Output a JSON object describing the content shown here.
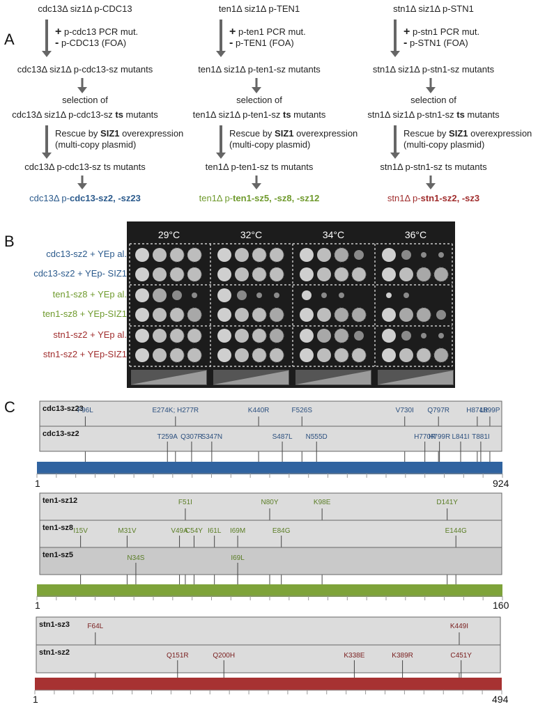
{
  "panels": {
    "a_label": "A",
    "b_label": "B",
    "c_label": "C"
  },
  "panel_a": {
    "columns": [
      {
        "start": "cdc13Δ siz1Δ p-CDC13",
        "plus": "+",
        "plus_text": "p-cdc13 PCR mut.",
        "minus": "-",
        "minus_text": "p-CDC13 (FOA)",
        "step1": "cdc13Δ siz1Δ p-cdc13-sz mutants",
        "selection": "selection of",
        "ts_prefix": "cdc13Δ siz1Δ p-cdc13-sz ",
        "ts_bold": "ts",
        "ts_suffix": " mutants",
        "rescue_prefix": "Rescue by ",
        "rescue_bold": "SIZ1",
        "rescue_suffix": " overexpression",
        "rescue_line2": "(multi-copy plasmid)",
        "step3": "cdc13Δ p-cdc13-sz ts mutants",
        "final_prefix": "cdc13Δ p-",
        "final_bold": "cdc13-sz2, -sz23"
      },
      {
        "start": "ten1Δ siz1Δ p-TEN1",
        "plus": "+",
        "plus_text": "p-ten1 PCR mut.",
        "minus": "-",
        "minus_text": "p-TEN1 (FOA)",
        "step1": "ten1Δ siz1Δ p-ten1-sz mutants",
        "selection": "selection of",
        "ts_prefix": "ten1Δ siz1Δ p-ten1-sz ",
        "ts_bold": "ts",
        "ts_suffix": " mutants",
        "rescue_prefix": "Rescue by ",
        "rescue_bold": "SIZ1",
        "rescue_suffix": " overexpression",
        "rescue_line2": "(multi-copy plasmid)",
        "step3": "ten1Δ p-ten1-sz ts mutants",
        "final_prefix": "ten1Δ p-",
        "final_bold": "ten1-sz5, -sz8, -sz12"
      },
      {
        "start": "stn1Δ siz1Δ p-STN1",
        "plus": "+",
        "plus_text": "p-stn1 PCR mut.",
        "minus": "-",
        "minus_text": "p-STN1 (FOA)",
        "step1": "stn1Δ siz1Δ p-stn1-sz mutants",
        "selection": "selection of",
        "ts_prefix": "stn1Δ siz1Δ p-stn1-sz ",
        "ts_bold": "ts",
        "ts_suffix": " mutants",
        "rescue_prefix": "Rescue by ",
        "rescue_bold": "SIZ1",
        "rescue_suffix": " overexpression",
        "rescue_line2": "(multi-copy plasmid)",
        "step3": "stn1Δ p-stn1-sz ts mutants",
        "final_prefix": "stn1Δ p-",
        "final_bold": "stn1-sz2, -sz3"
      }
    ]
  },
  "panel_b": {
    "temperatures": [
      "29°C",
      "32°C",
      "34°C",
      "36°C"
    ],
    "strains": [
      {
        "label": "cdc13-sz2 + YEp al.",
        "color": "#2b5a8c"
      },
      {
        "label": "cdc13-sz2 + YEp- SIZ1",
        "color": "#2b5a8c"
      },
      {
        "label": "ten1-sz8 + YEp al.",
        "color": "#6f9a2d"
      },
      {
        "label": "ten1-sz8 + YEp-SIZ1",
        "color": "#6f9a2d"
      },
      {
        "label": "stn1-sz2 + YEp al.",
        "color": "#a02d2d"
      },
      {
        "label": "stn1-sz2 + YEp-SIZ1",
        "color": "#a02d2d"
      }
    ],
    "growth": [
      [
        [
          4,
          4,
          4,
          4
        ],
        [
          4,
          4,
          4,
          4
        ],
        [
          4,
          4,
          3,
          2
        ],
        [
          3,
          2,
          1,
          1
        ]
      ],
      [
        [
          4,
          4,
          4,
          4
        ],
        [
          4,
          4,
          4,
          4
        ],
        [
          4,
          4,
          4,
          4
        ],
        [
          4,
          4,
          3,
          3
        ]
      ],
      [
        [
          4,
          3,
          2,
          1
        ],
        [
          3,
          2,
          1,
          1
        ],
        [
          2,
          1,
          1,
          0
        ],
        [
          1,
          1,
          0,
          0
        ]
      ],
      [
        [
          4,
          4,
          4,
          3
        ],
        [
          4,
          4,
          4,
          3
        ],
        [
          4,
          4,
          3,
          3
        ],
        [
          4,
          3,
          3,
          2
        ]
      ],
      [
        [
          4,
          4,
          4,
          4
        ],
        [
          4,
          4,
          4,
          3
        ],
        [
          4,
          3,
          3,
          2
        ],
        [
          3,
          2,
          1,
          1
        ]
      ],
      [
        [
          4,
          4,
          4,
          4
        ],
        [
          4,
          4,
          4,
          4
        ],
        [
          4,
          4,
          4,
          4
        ],
        [
          4,
          4,
          4,
          3
        ]
      ]
    ]
  },
  "panel_c": {
    "proteins": [
      {
        "name": "CDC13",
        "color": "#3063a0",
        "text_color": "#2b4f7e",
        "length": 924,
        "start_label": "1",
        "end_label": "924",
        "rows": [
          {
            "label": "cdc13-sz23",
            "mutations": [
              {
                "name": "F96L",
                "pos": 96
              },
              {
                "name": "E274K; H277R",
                "pos": 275
              },
              {
                "name": "K440R",
                "pos": 440
              },
              {
                "name": "F526S",
                "pos": 526
              },
              {
                "name": "V730I",
                "pos": 730
              },
              {
                "name": "Q797R",
                "pos": 797
              },
              {
                "name": "H874R",
                "pos": 874
              },
              {
                "name": "L899P",
                "pos": 899
              }
            ]
          },
          {
            "label": "cdc13-sz2",
            "mutations": [
              {
                "name": "T259A",
                "pos": 259
              },
              {
                "name": "Q307R",
                "pos": 307
              },
              {
                "name": "S347N",
                "pos": 347
              },
              {
                "name": "S487L",
                "pos": 487
              },
              {
                "name": "N555D",
                "pos": 555
              },
              {
                "name": "H770R",
                "pos": 770
              },
              {
                "name": "H799R",
                "pos": 799
              },
              {
                "name": "L841I",
                "pos": 841
              },
              {
                "name": "T881I",
                "pos": 881
              }
            ]
          }
        ]
      },
      {
        "name": "TEN1",
        "color": "#7ea33a",
        "text_color": "#5a7d25",
        "length": 160,
        "start_label": "1",
        "end_label": "160",
        "rows": [
          {
            "label": "ten1-sz12",
            "mutations": [
              {
                "name": "F51I",
                "pos": 51
              },
              {
                "name": "N80Y",
                "pos": 80
              },
              {
                "name": "K98E",
                "pos": 98
              },
              {
                "name": "D141Y",
                "pos": 141
              }
            ]
          },
          {
            "label": "ten1-sz8",
            "mutations": [
              {
                "name": "I15V",
                "pos": 15
              },
              {
                "name": "M31V",
                "pos": 31
              },
              {
                "name": "V49A",
                "pos": 49
              },
              {
                "name": "C54Y",
                "pos": 54
              },
              {
                "name": "I61L",
                "pos": 61
              },
              {
                "name": "I69M",
                "pos": 69
              },
              {
                "name": "E84G",
                "pos": 84
              },
              {
                "name": "E144G",
                "pos": 144
              }
            ]
          },
          {
            "label": "ten1-sz5",
            "mutations": [
              {
                "name": "N34S",
                "pos": 34
              },
              {
                "name": "I69L",
                "pos": 69
              }
            ]
          }
        ]
      },
      {
        "name": "STN1",
        "color": "#a73232",
        "text_color": "#7a2020",
        "length": 494,
        "start_label": "1",
        "end_label": "494",
        "rows": [
          {
            "label": "stn1-sz3",
            "mutations": [
              {
                "name": "F64L",
                "pos": 64
              },
              {
                "name": "K449I",
                "pos": 449
              }
            ]
          },
          {
            "label": "stn1-sz2",
            "mutations": [
              {
                "name": "Q151R",
                "pos": 151
              },
              {
                "name": "Q200H",
                "pos": 200
              },
              {
                "name": "K338E",
                "pos": 338
              },
              {
                "name": "K389R",
                "pos": 389
              },
              {
                "name": "C451Y",
                "pos": 451
              }
            ]
          }
        ]
      }
    ]
  }
}
